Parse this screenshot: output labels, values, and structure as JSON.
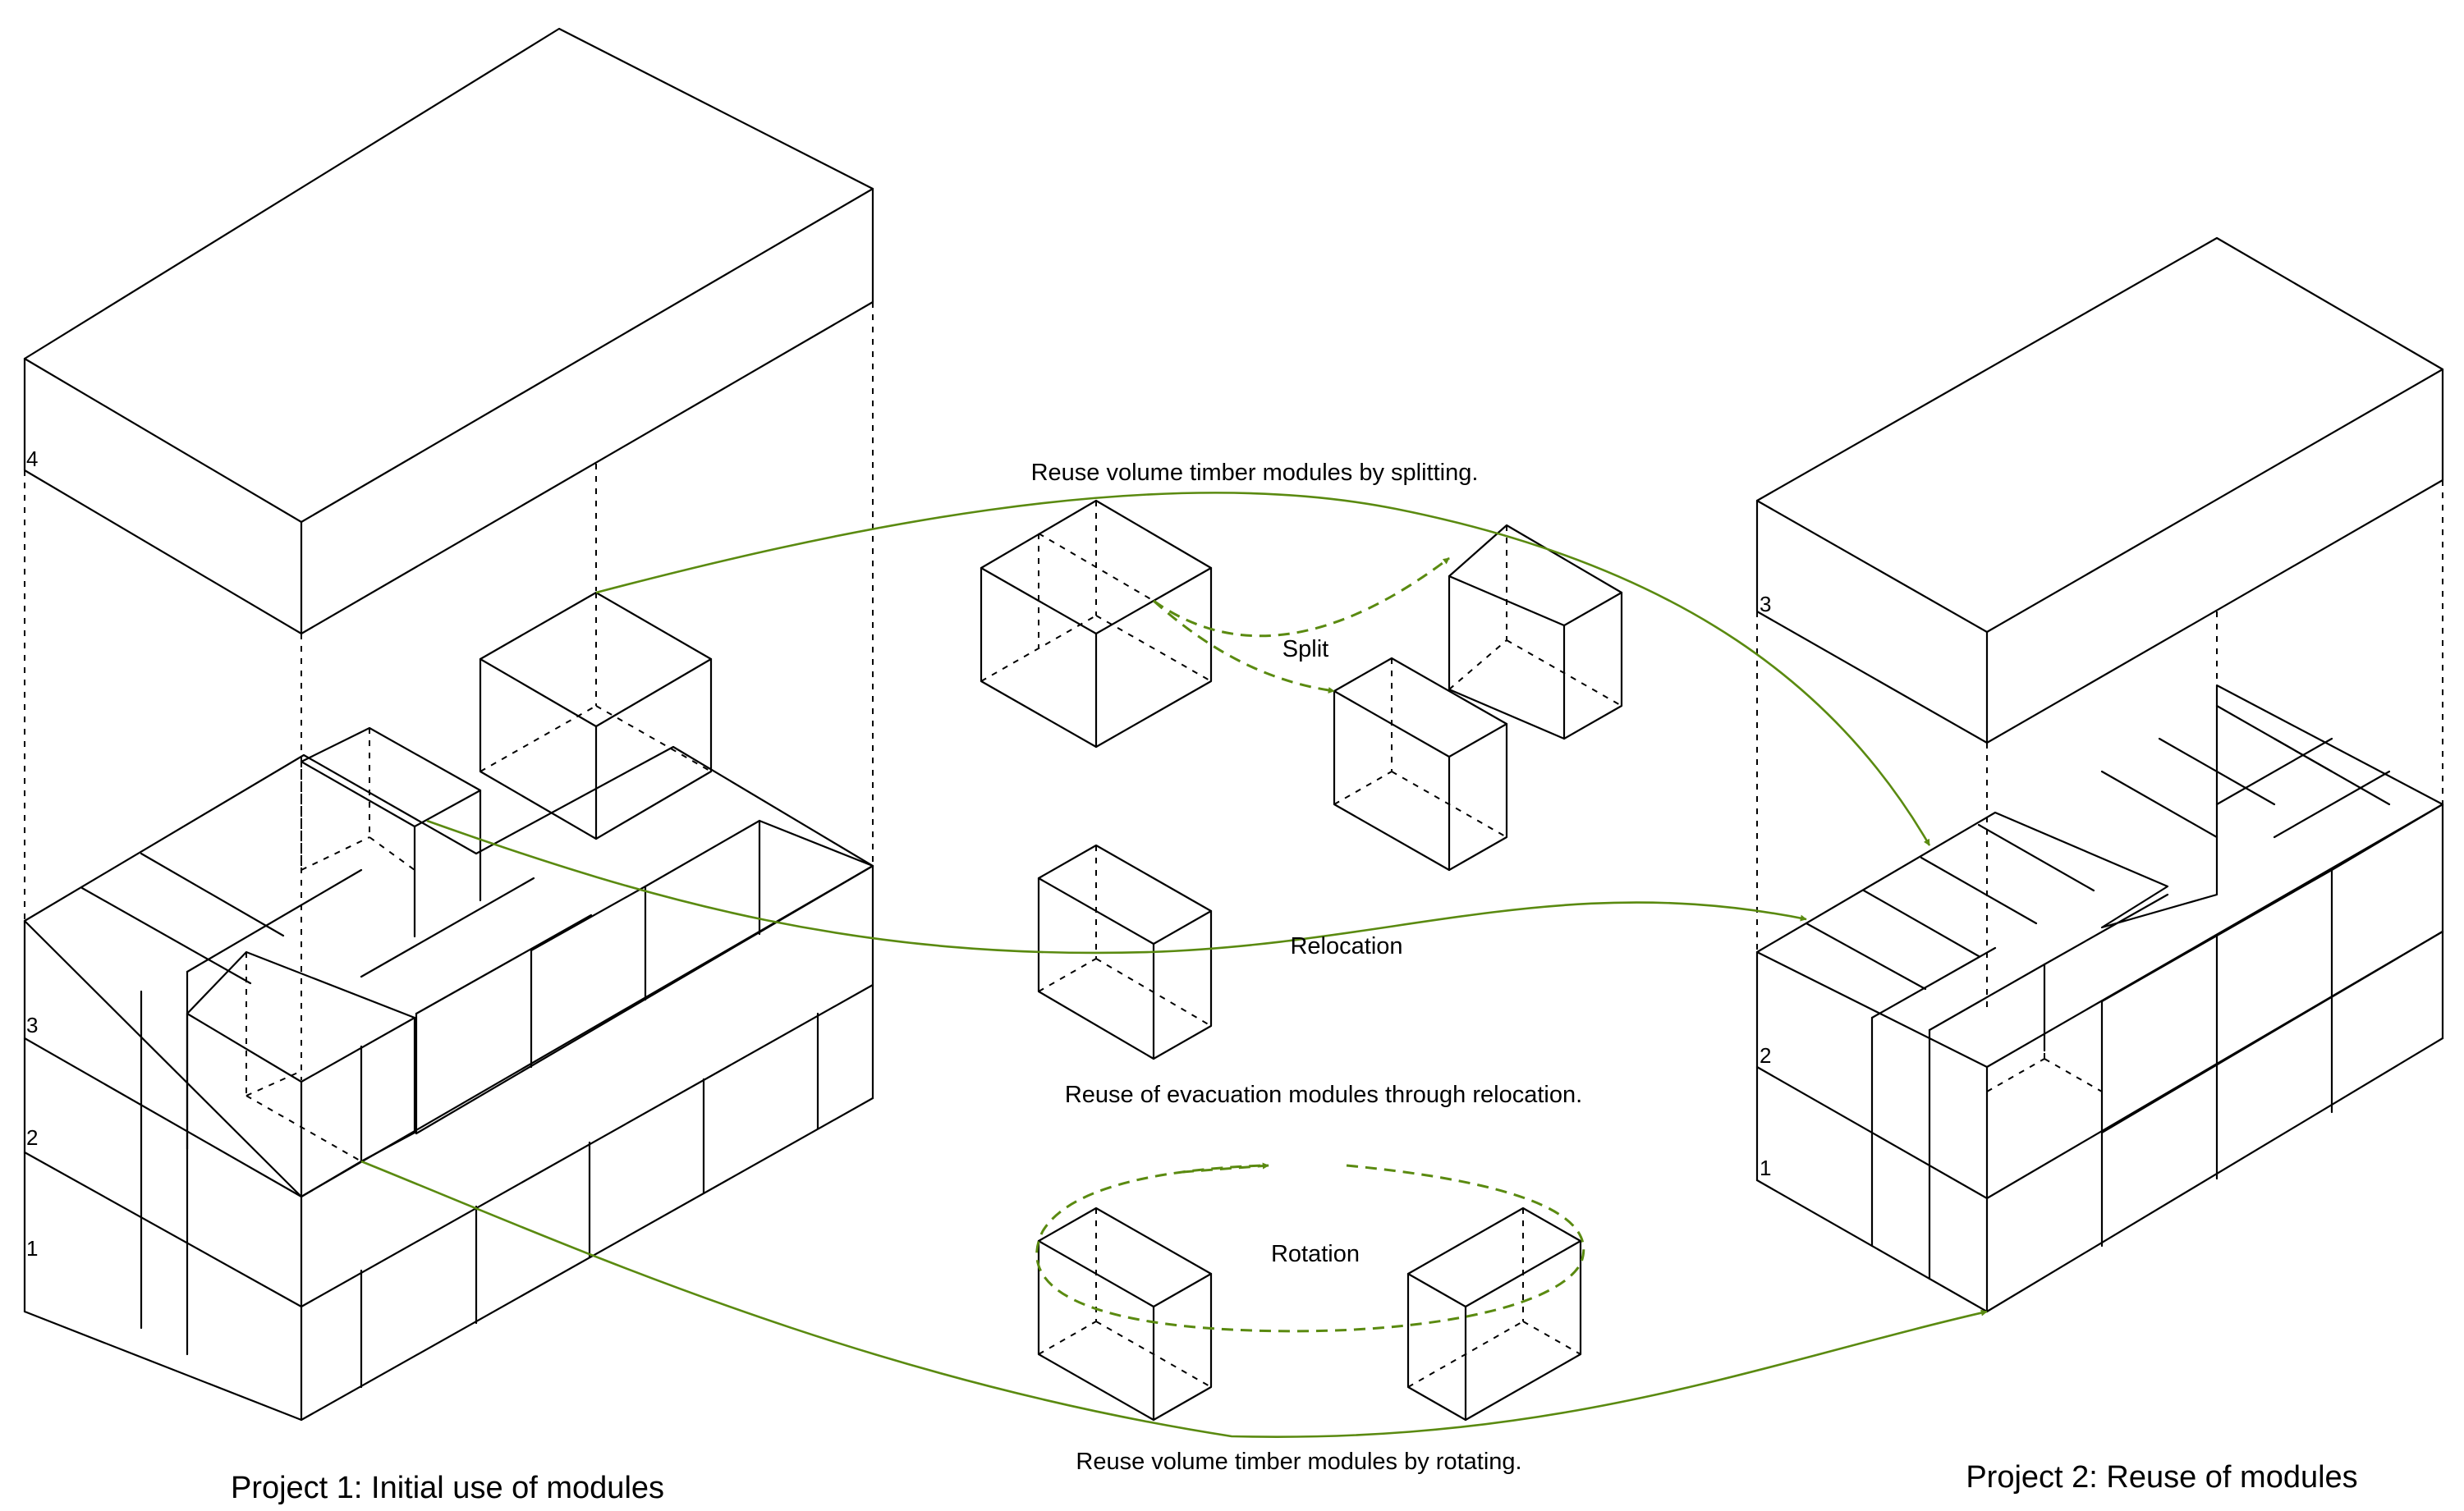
{
  "colors": {
    "arrow": "#5a8a10",
    "line": "#000000"
  },
  "project1": {
    "caption": "Project 1: Initial use of modules",
    "levels": [
      "4",
      "3",
      "2",
      "1"
    ]
  },
  "project2": {
    "caption": "Project 2: Reuse of modules",
    "levels": [
      "3",
      "2",
      "1"
    ]
  },
  "split": {
    "title": "Reuse volume timber modules by splitting.",
    "label": "Split"
  },
  "relocation": {
    "label": "Relocation",
    "title": "Reuse of evacuation modules through relocation."
  },
  "rotation": {
    "label": "Rotation",
    "title": "Reuse volume timber modules by rotating."
  }
}
